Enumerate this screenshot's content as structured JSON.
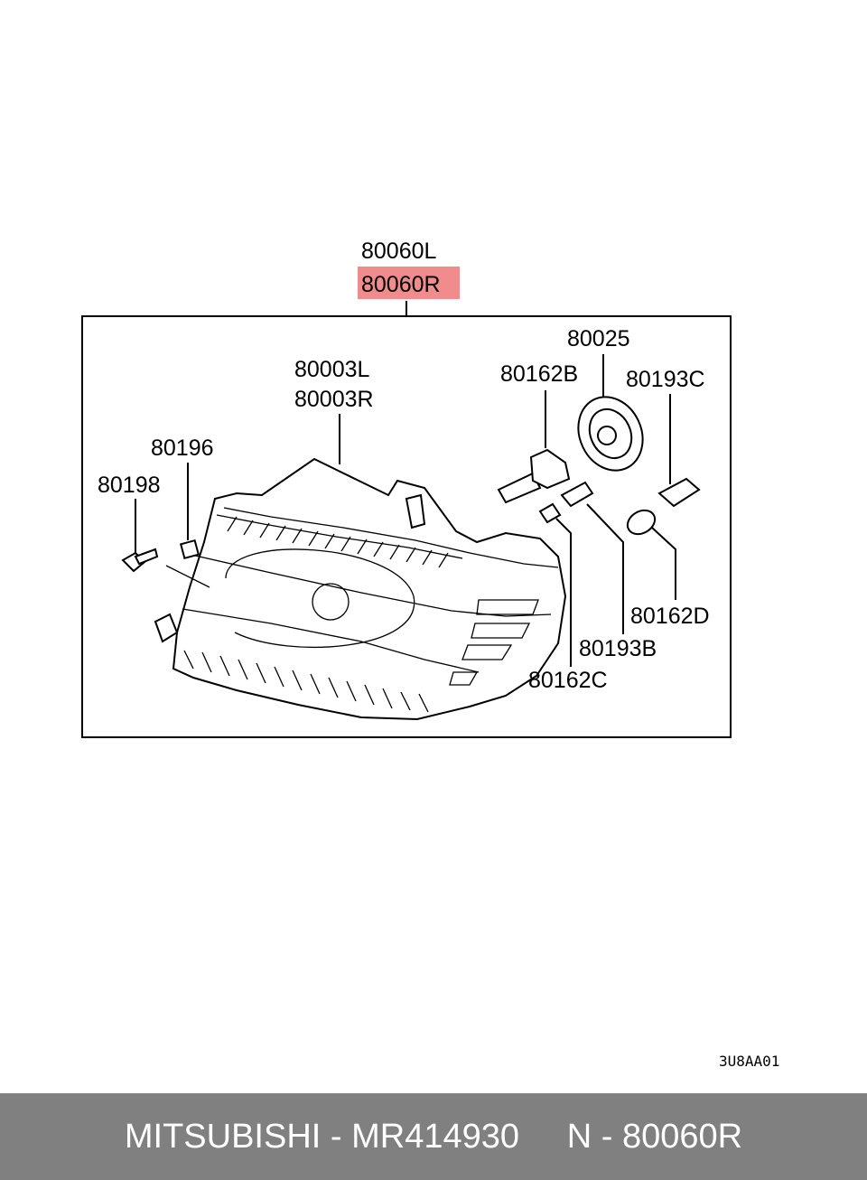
{
  "diagram": {
    "assembly_labels": {
      "left": "80060L",
      "right": "80060R"
    },
    "highlight_color": "#f08c8c",
    "part_labels": {
      "p80003L": "80003L",
      "p80003R": "80003R",
      "p80196": "80196",
      "p80198": "80198",
      "p80025": "80025",
      "p80162B": "80162B",
      "p80193C": "80193C",
      "p80162D": "80162D",
      "p80193B": "80193B",
      "p80162C": "80162C"
    },
    "drawing_code": "3U8AA01"
  },
  "footer": {
    "text": "MITSUBISHI - MR414930     N - 80060R",
    "background_color": "#808080"
  }
}
